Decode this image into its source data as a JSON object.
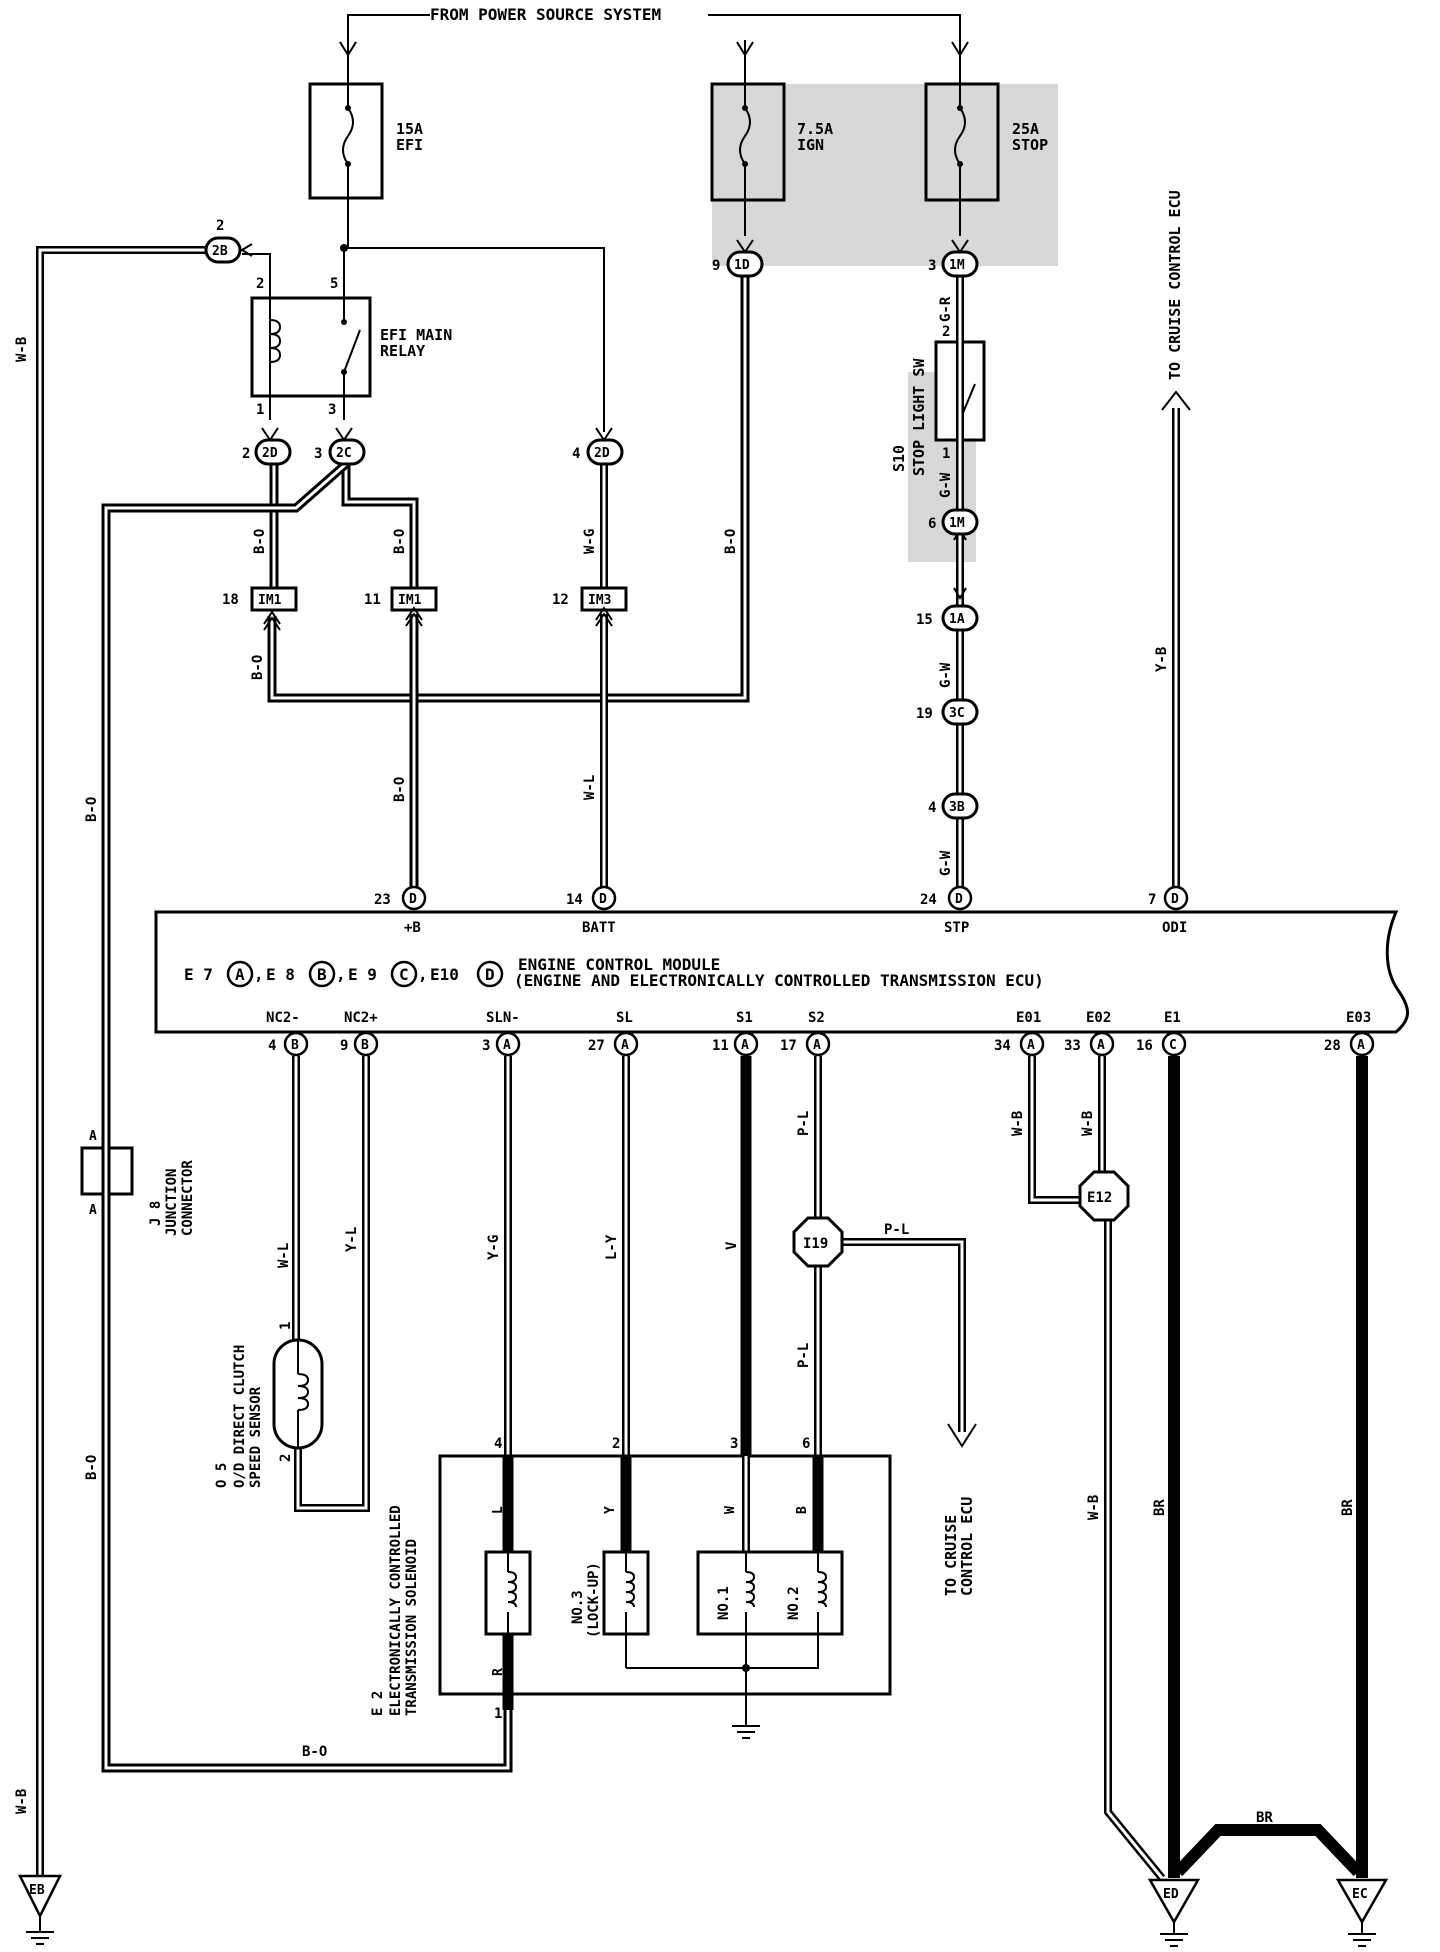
{
  "header": {
    "power_source": "FROM POWER SOURCE SYSTEM"
  },
  "fuses": [
    {
      "rating": "15A",
      "name": "EFI"
    },
    {
      "rating": "7.5A",
      "name": "IGN"
    },
    {
      "rating": "25A",
      "name": "STOP"
    }
  ],
  "relay": {
    "name_line1": "EFI MAIN",
    "name_line2": "RELAY"
  },
  "stop_switch": {
    "id": "S10",
    "name": "STOP LIGHT SW"
  },
  "junction": {
    "id": "J 8",
    "line1": "JUNCTION",
    "line2": "CONNECTOR",
    "pin_top": "A",
    "pin_bottom": "A"
  },
  "speed_sensor": {
    "id": "O 5",
    "line1": "O/D DIRECT CLUTCH",
    "line2": "SPEED SENSOR"
  },
  "solenoid": {
    "id": "E 2",
    "line1": "ELECTRONICALLY CONTROLLED",
    "line2": "TRANSMISSION SOLENOID",
    "coils": {
      "no3_a": "NO.3",
      "no3_b": "(LOCK-UP)",
      "no1": "NO.1",
      "no2": "NO.2"
    }
  },
  "ecm": {
    "connectors": "E 7",
    "title": "ENGINE CONTROL MODULE",
    "subtitle": "(ENGINE AND ELECTRONICALLY CONTROLLED TRANSMISSION ECU)",
    "top_terminals": [
      "+B",
      "BATT",
      "STP",
      "ODI"
    ],
    "bottom_terminals": [
      "NC2-",
      "NC2+",
      "SLN-",
      "SL",
      "S1",
      "S2",
      "E01",
      "E02",
      "E1",
      "E03"
    ]
  },
  "ecm_connector_labels": [
    "E 7",
    "E 8",
    "E 9",
    "E10"
  ],
  "connector_letters": [
    "A",
    "B",
    "C",
    "D"
  ],
  "circle_connectors": [
    "2B",
    "2D",
    "2C",
    "2D",
    "1D",
    "1M",
    "1M",
    "1A",
    "3C",
    "3B"
  ],
  "box_connectors": [
    "IM1",
    "IM1",
    "IM3"
  ],
  "junction_points": [
    "I19",
    "E12"
  ],
  "grounds": [
    "EB",
    "ED",
    "EC"
  ],
  "cruise_labels": {
    "line1": "TO CRUISE",
    "line2": "CONTROL ECU",
    "right": "TO CRUISE CONTROL ECU"
  },
  "wire_colors": [
    "W-B",
    "B-O",
    "W-G",
    "G-R",
    "G-W",
    "Y-B",
    "W-L",
    "Y-L",
    "Y-G",
    "L-Y",
    "V",
    "P-L",
    "BR"
  ],
  "solenoid_wire_codes": [
    "L",
    "Y",
    "W",
    "B",
    "R"
  ],
  "pin_numbers": [
    "2",
    "5",
    "1",
    "3",
    "4",
    "9",
    "6",
    "15",
    "19",
    "18",
    "11",
    "12",
    "23",
    "14",
    "24",
    "7",
    "27",
    "17",
    "34",
    "33",
    "16",
    "28"
  ]
}
